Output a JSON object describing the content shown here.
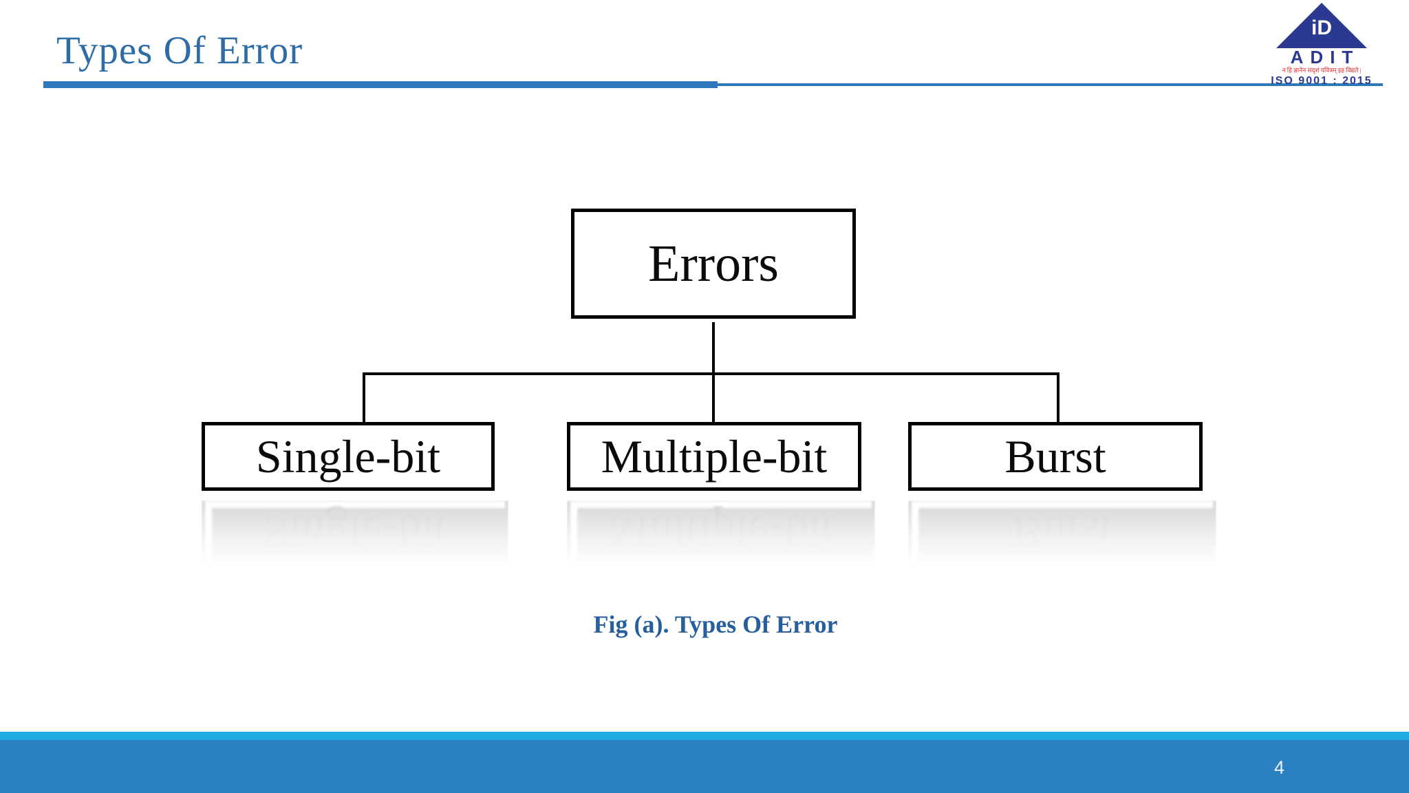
{
  "header": {
    "title": "Types Of Error"
  },
  "logo": {
    "monogram": "iD",
    "acronym": "ADIT",
    "tagline": "न हि ज्ञानेन सदृशं पवित्रम् इह विद्यते |",
    "certification": "ISO 9001 : 2015"
  },
  "diagram": {
    "type": "tree",
    "root": "Errors",
    "children": [
      "Single-bit",
      "Multiple-bit",
      "Burst"
    ],
    "caption": "Fig (a). Types Of Error"
  },
  "footer": {
    "page_number": "4"
  },
  "colors": {
    "title_blue": "#2E6CA6",
    "rule_blue": "#2E79BC",
    "caption_blue": "#265F9C",
    "footer_light_blue": "#1FAAE1",
    "footer_dark_blue": "#2B80C0",
    "logo_navy": "#2B3990",
    "logo_red": "#E32726",
    "box_border": "#000000",
    "box_fill": "#FFFFFF"
  }
}
